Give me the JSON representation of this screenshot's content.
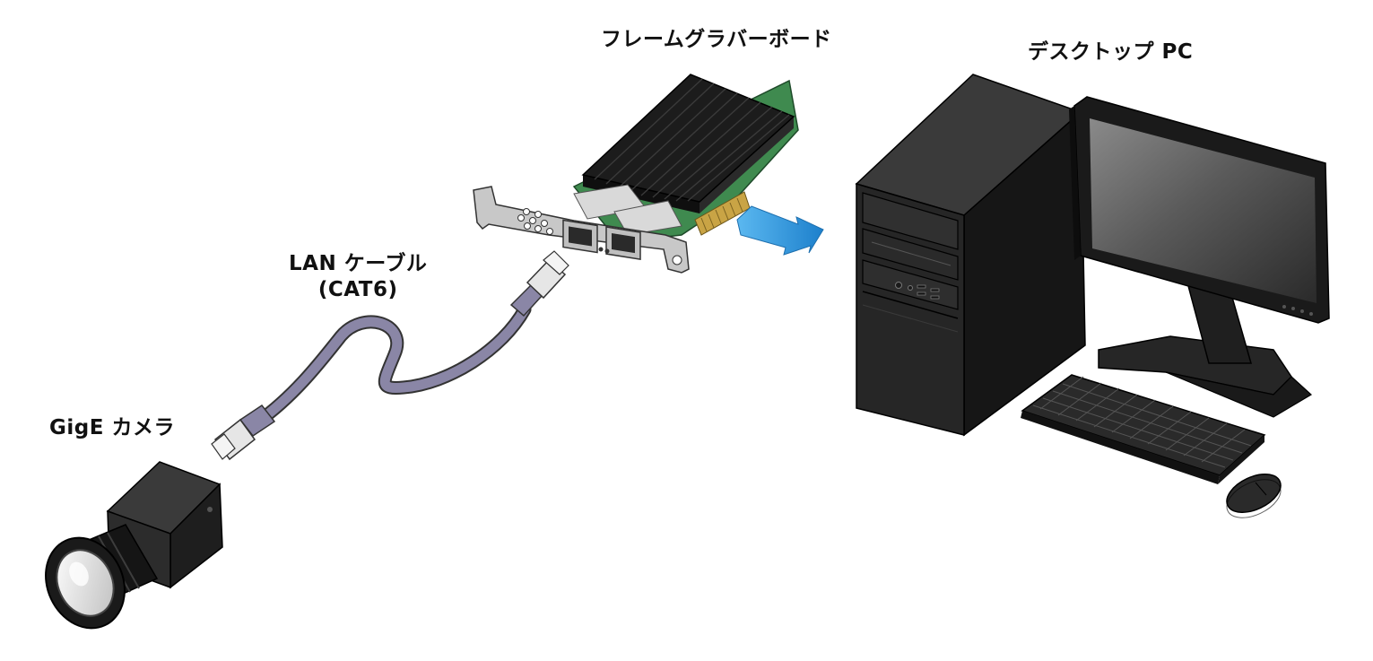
{
  "labels": {
    "frame_grabber": "フレームグラバーボード",
    "desktop_pc": "デスクトップ PC",
    "lan_cable_line1": "LAN ケーブル",
    "lan_cable_line2": "(CAT6)",
    "camera": "GigE カメラ"
  },
  "colors": {
    "heatsink": "#1c1c1c",
    "pcb": "#3f8a4f",
    "bracket": "#c8c8c8",
    "cable": "#8a86a6",
    "arrow": "#2a95db",
    "pc_case": "#232323",
    "screen": "#6e6e6e"
  }
}
